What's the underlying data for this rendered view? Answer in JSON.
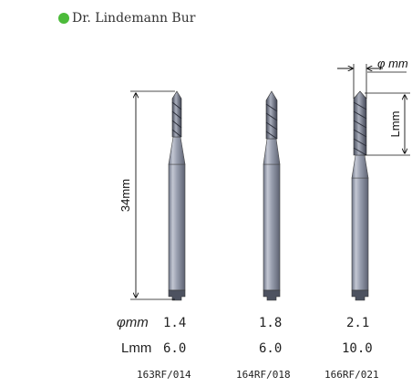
{
  "header": {
    "title": "Dr. Lindemann Bur",
    "bullet_color": "#4cbb3a"
  },
  "dimensions": {
    "length_label": "34mm",
    "diameter_label": "φ mm",
    "cutting_length_label": "Lmm"
  },
  "table": {
    "row_labels": {
      "diameter": "φmm",
      "length": "Lmm"
    },
    "burs": [
      {
        "diameter": "1.4",
        "length": "6.0",
        "code": "163RF/014"
      },
      {
        "diameter": "1.8",
        "length": "6.0",
        "code": "164RF/018"
      },
      {
        "diameter": "2.1",
        "length": "10.0",
        "code": "166RF/021"
      }
    ]
  }
}
